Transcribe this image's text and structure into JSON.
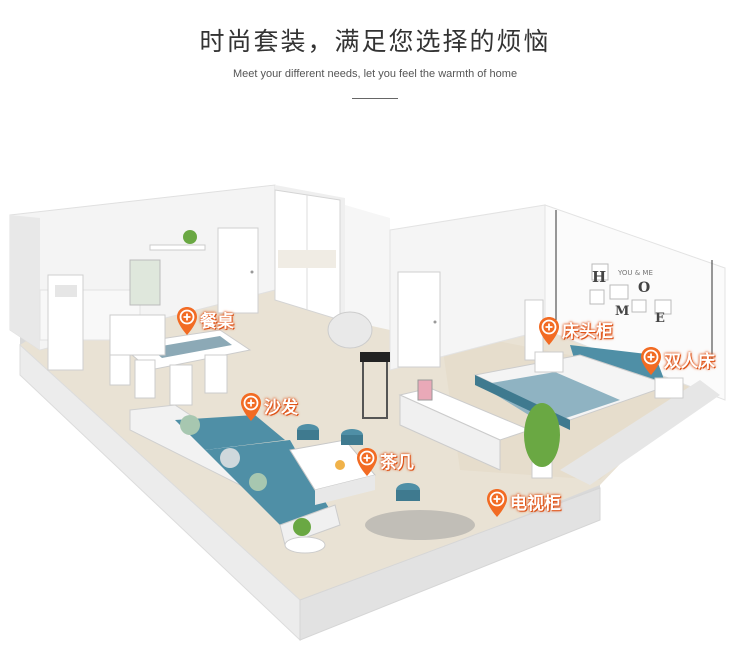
{
  "header": {
    "title": "时尚套装，满足您选择的烦恼",
    "subtitle": "Meet your different needs, let you feel the warmth of home"
  },
  "wall_art": {
    "letters": [
      "H",
      "O",
      "M",
      "E"
    ],
    "you_and_me": "YOU & ME"
  },
  "hotspots": [
    {
      "label": "餐桌"
    },
    {
      "label": "床头柜"
    },
    {
      "label": "双人床"
    },
    {
      "label": "沙发"
    },
    {
      "label": "茶几"
    },
    {
      "label": "电视柜"
    }
  ],
  "colors": {
    "accent": "#f26b23",
    "sofa_blue": "#4f8fa6",
    "floor": "#e9e2d4",
    "wall": "#f4f4f4"
  }
}
